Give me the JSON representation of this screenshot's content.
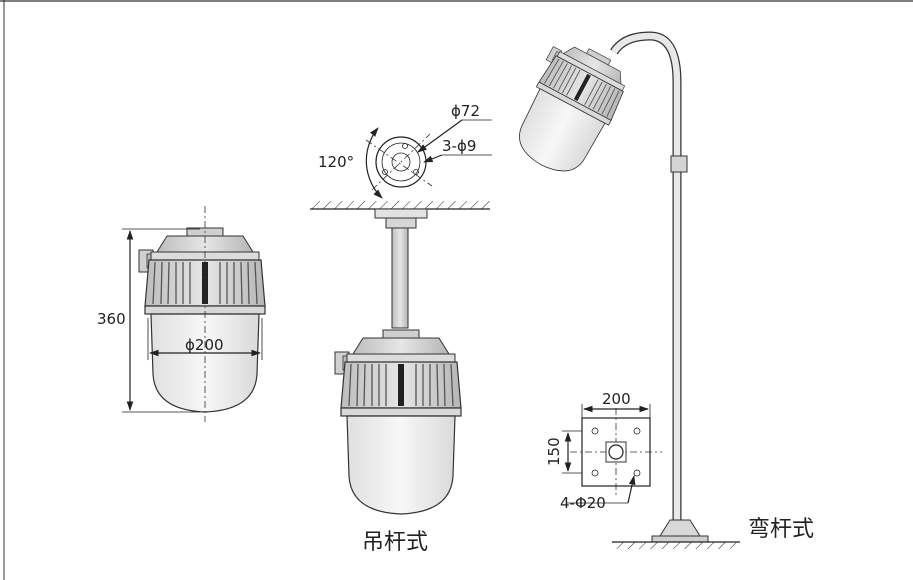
{
  "dimensions": {
    "height_360": "360",
    "diameter_200": "ϕ200",
    "diameter_72": "ϕ72",
    "holes_3x9": "3-ϕ9",
    "angle_120": "120°",
    "base_width_200": "200",
    "base_height_150": "150",
    "base_holes": "4-Φ20"
  },
  "captions": {
    "pendant_mount": "吊杆式",
    "bent_pole_mount": "弯杆式"
  }
}
